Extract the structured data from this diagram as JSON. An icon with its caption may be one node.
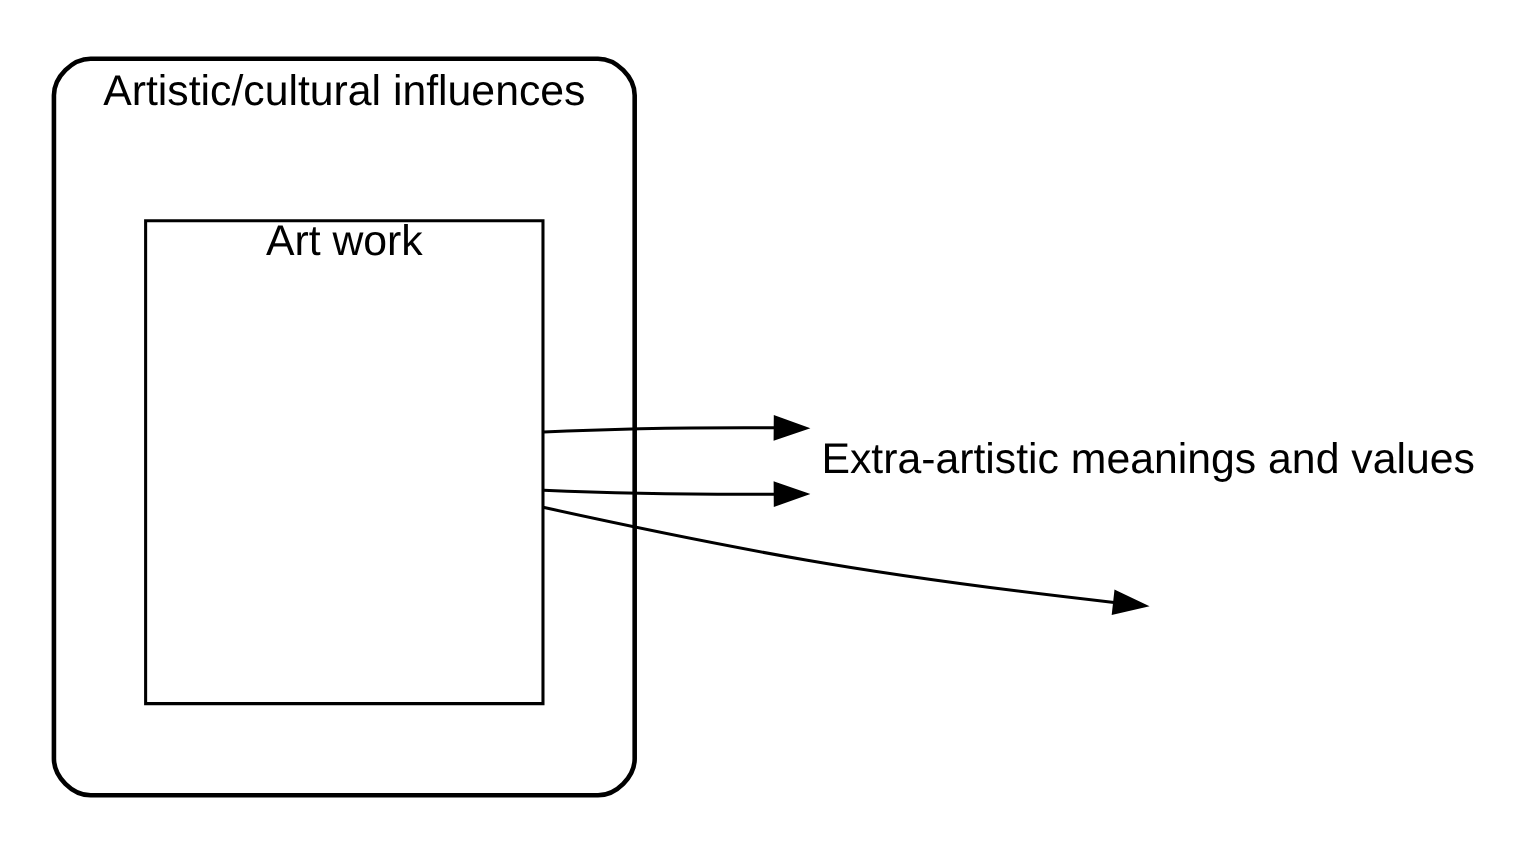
{
  "diagram": {
    "nodes": [
      {
        "text": [
          "Artistic/cultural influences"
        ]
      },
      {
        "text": [
          "Art work"
        ],
        "in": 0
      },
      {
        "text": [
          "Extra-artistic meanings and values"
        ]
      }
    ],
    "edges": [
      {
        "from": 1,
        "to": 2,
        "arrow": "to"
      },
      {
        "from": 1,
        "to": null,
        "arrow": "to"
      },
      {
        "from": 1,
        "to": 2,
        "arrow": "to"
      }
    ]
  }
}
